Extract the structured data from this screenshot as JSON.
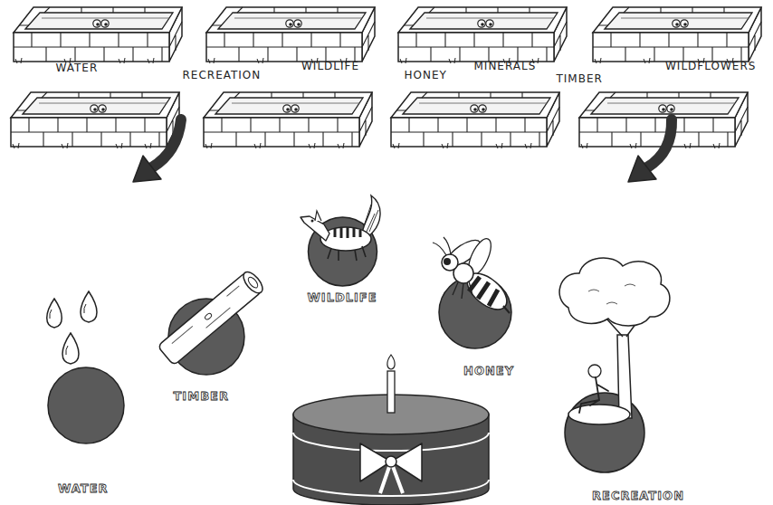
{
  "diagram": {
    "nodes": [
      {
        "text": [
          "WATER"
        ]
      },
      {
        "text": [
          "TIMBER"
        ]
      },
      {
        "text": [
          "WILDLIFE"
        ]
      },
      {
        "text": [
          "HONEY"
        ]
      },
      {
        "text": [
          "RECREATION"
        ]
      }
    ],
    "labels": [
      "WATER",
      "RECREATION",
      "WILDLIFE",
      "HONEY",
      "MINERALS",
      "TIMBER",
      "WILDFLOWERS"
    ]
  }
}
